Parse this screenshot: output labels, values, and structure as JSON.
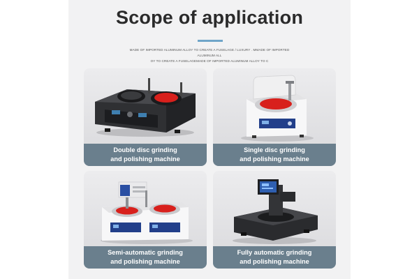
{
  "header": {
    "title": "Scope of application",
    "subtitle_line1": "MADE OF IMPORTED ALUMINUM ALLOY TO CREATE A FUSELAGE / LUXURY . MMADE OF IMPORTED ALUMINUM ALL",
    "subtitle_line2": "OY TO CREATE A FUSELAGEMADE OF IMPORTED ALUMINUM ALLOY TO C",
    "accent_color": "#6fa5c9"
  },
  "products": [
    {
      "line1": "Double disc grinding",
      "line2": "and polishing machine"
    },
    {
      "line1": "Single disc grinding",
      "line2": "and polishing machine"
    },
    {
      "line1": "Semi-automatic grinding",
      "line2": "and polishing machine"
    },
    {
      "line1": "Fully automatic grinding",
      "line2": "and polishing machine"
    }
  ],
  "colors": {
    "caption_bar": "#6a7f8d",
    "polishing_disc": "#d8201c"
  }
}
